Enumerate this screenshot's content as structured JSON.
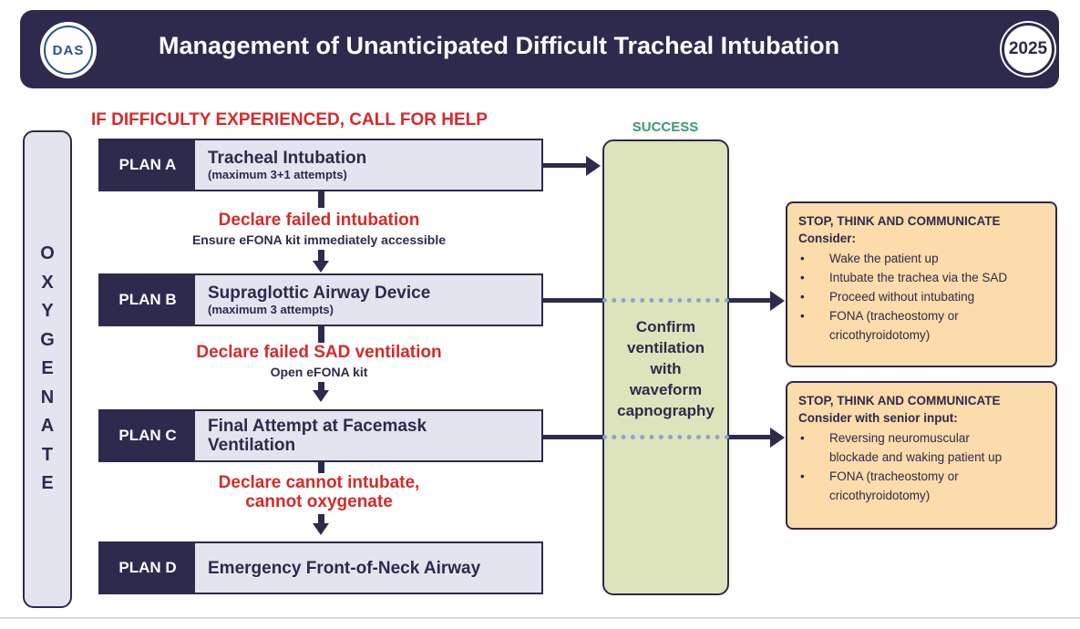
{
  "header": {
    "logo_text": "DAS",
    "title": "Management of Unanticipated Difficult Tracheal Intubation",
    "year": "2025"
  },
  "oxygenate": [
    "O",
    "X",
    "Y",
    "G",
    "E",
    "N",
    "A",
    "T",
    "E"
  ],
  "call_help": "IF DIFFICULTY EXPERIENCED, CALL FOR HELP",
  "plans": {
    "a": {
      "label": "PLAN A",
      "title": "Tracheal Intubation",
      "sub": "(maximum 3+1 attempts)"
    },
    "b": {
      "label": "PLAN B",
      "title": "Supraglottic Airway Device",
      "sub": "(maximum 3 attempts)"
    },
    "c": {
      "label": "PLAN C",
      "title_1": "Final Attempt at Facemask",
      "title_2": "Ventilation"
    },
    "d": {
      "label": "PLAN D",
      "title": "Emergency Front-of-Neck Airway"
    }
  },
  "declares": {
    "ab": {
      "title": "Declare failed intubation",
      "sub": "Ensure eFONA kit immediately accessible"
    },
    "bc": {
      "title": "Declare failed SAD ventilation",
      "sub": "Open eFONA kit"
    },
    "cd": {
      "title_1": "Declare cannot intubate,",
      "title_2": "cannot oxygenate"
    }
  },
  "success": {
    "label": "SUCCESS",
    "confirm": [
      "Confirm",
      "ventilation",
      "with",
      "waveform",
      "capnography"
    ]
  },
  "stop_boxes": [
    {
      "title": "STOP, THINK AND COMMUNICATE",
      "consider": "Consider:",
      "items": [
        "Wake the patient up",
        "Intubate the trachea via the SAD",
        "Proceed without intubating",
        [
          "FONA (tracheostomy or",
          "cricothyroidotomy)"
        ]
      ]
    },
    {
      "title": "STOP, THINK AND COMMUNICATE",
      "consider": "Consider with senior input:",
      "items": [
        [
          "Reversing neuromuscular",
          "blockade and waking patient up"
        ],
        [
          "FONA (tracheostomy or",
          "cricothyroidotomy)"
        ]
      ]
    }
  ],
  "colors": {
    "navy": "#2d2a4d",
    "red": "#d42a2a",
    "green": "#3a9a6b",
    "success_fill": "#dde4bb",
    "stop_fill": "#fbdcaa",
    "plan_fill": "#e4e4ee",
    "dash": "#8aa4cf"
  }
}
